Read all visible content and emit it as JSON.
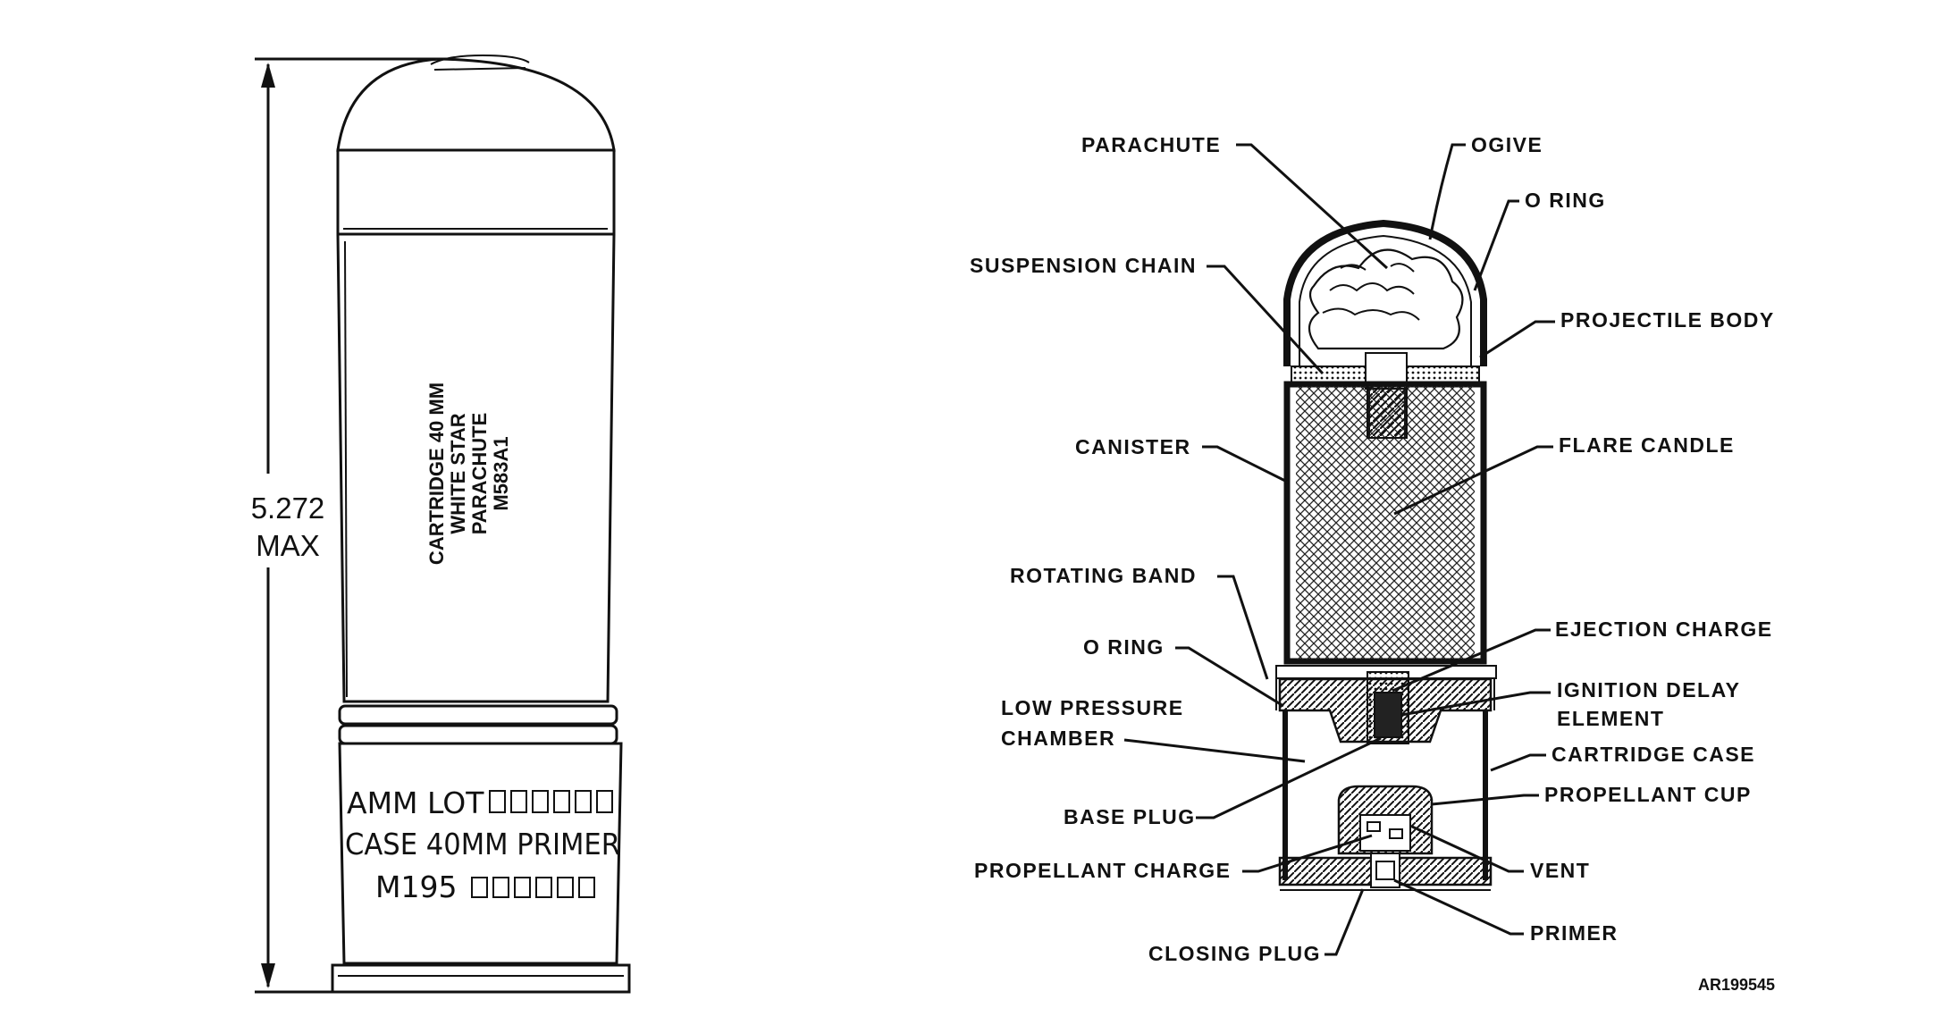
{
  "dimension": {
    "value": "5.272",
    "unit": "MAX"
  },
  "cartridge_markings": {
    "line1": "CARTRIDGE 40 MM",
    "line2": "WHITE STAR",
    "line3": "PARACHUTE",
    "line4": "M583A1"
  },
  "case_stencil": {
    "line1": "AMM LOT",
    "line2": "CASE 40MM PRIMER",
    "line3": "M195"
  },
  "labels": {
    "parachute": "PARACHUTE",
    "ogive": "OGIVE",
    "o_ring_top": "O RING",
    "suspension_chain": "SUSPENSION CHAIN",
    "projectile_body": "PROJECTILE BODY",
    "canister": "CANISTER",
    "flare_candle": "FLARE CANDLE",
    "rotating_band": "ROTATING BAND",
    "ejection_charge": "EJECTION CHARGE",
    "o_ring_bottom": "O RING",
    "ignition_delay_1": "IGNITION DELAY",
    "ignition_delay_2": "ELEMENT",
    "low_pressure_1": "LOW PRESSURE",
    "low_pressure_2": "CHAMBER",
    "cartridge_case": "CARTRIDGE CASE",
    "base_plug": "BASE PLUG",
    "propellant_cup": "PROPELLANT CUP",
    "propellant_charge": "PROPELLANT CHARGE",
    "vent": "VENT",
    "primer": "PRIMER",
    "closing_plug": "CLOSING PLUG"
  },
  "reference_number": "AR199545"
}
